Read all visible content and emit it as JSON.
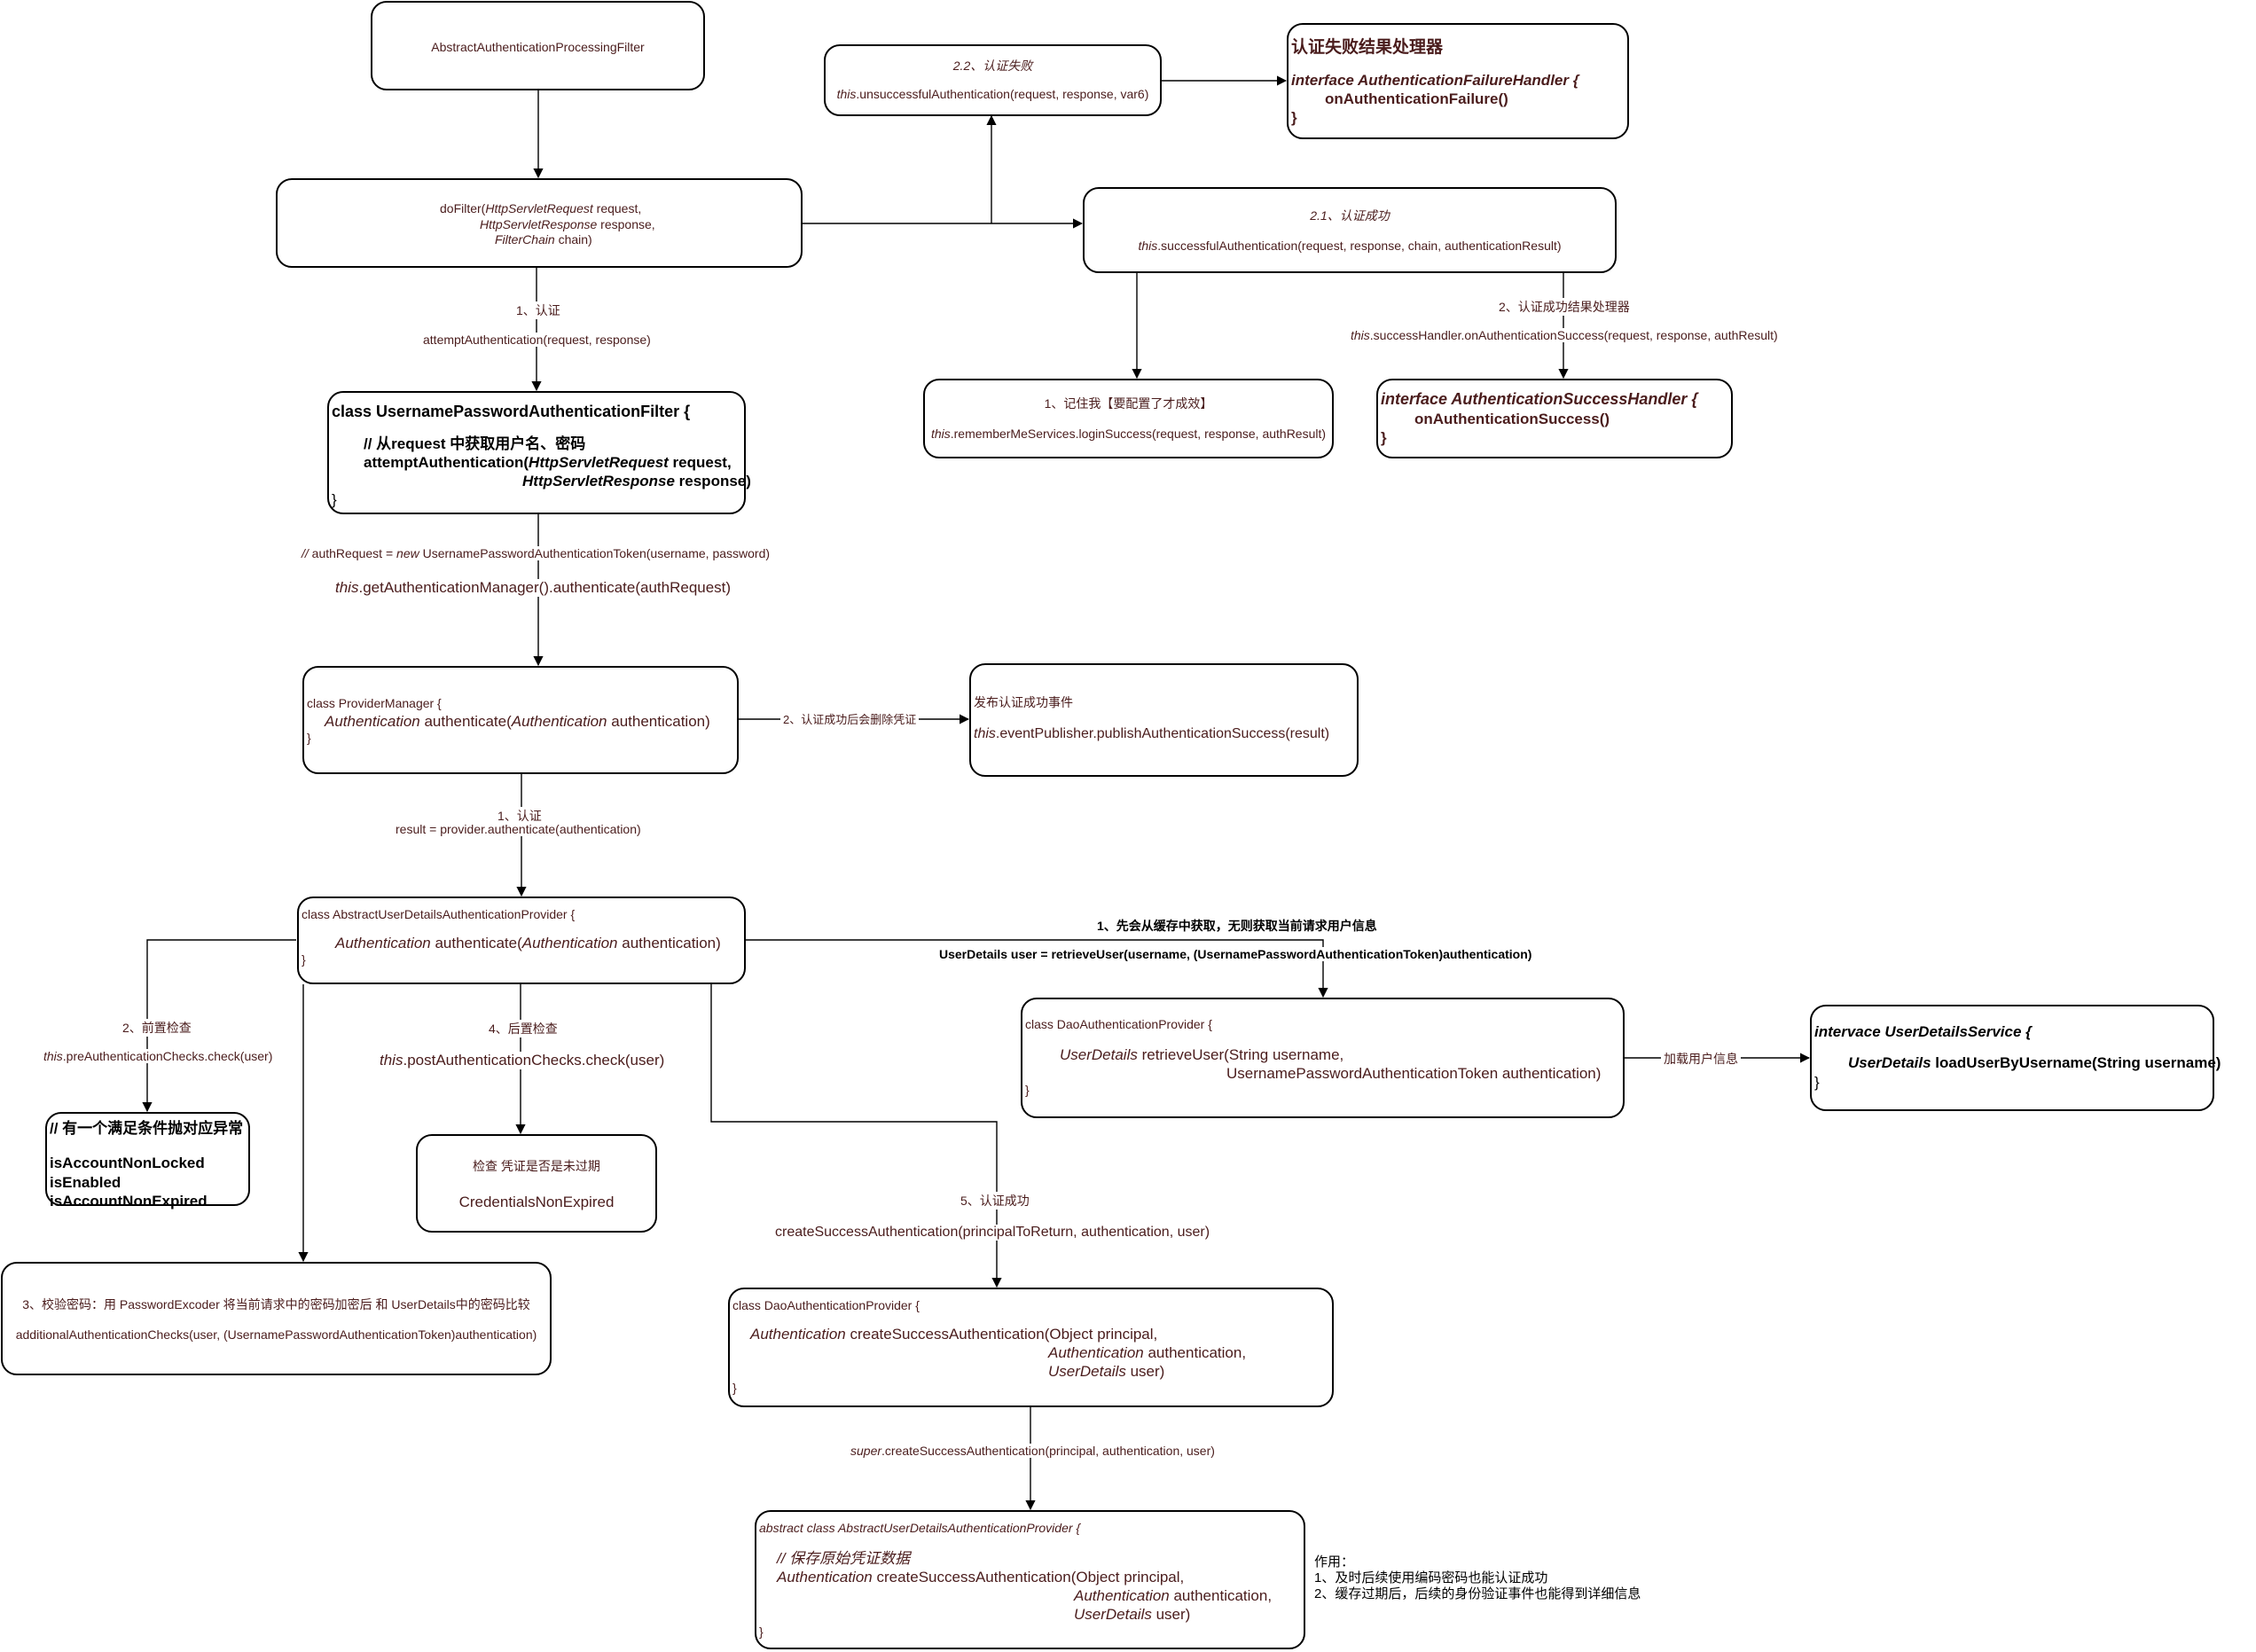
{
  "filter_box": {
    "text": "AbstractAuthenticationProcessingFilter"
  },
  "dofilter_box": {
    "line1_pre": "doFilter(",
    "line1_type": "HttpServletRequest",
    "line1_post": " request,",
    "line2_type": "HttpServletResponse",
    "line2_post": " response,",
    "line3_type": "FilterChain",
    "line3_post": " chain)"
  },
  "unsuccess_box": {
    "title": "2.2、认证失败",
    "this": "this",
    "call": ".unsuccessfulAuthentication(request, response, var6)"
  },
  "failure_handler_box": {
    "title": "认证失败结果处理器",
    "line1": "interface AuthenticationFailureHandler {",
    "line2": "onAuthenticationFailure()",
    "line3": "}"
  },
  "success_box": {
    "title": "2.1、认证成功",
    "this": "this",
    "call": ".successfulAuthentication(request, response, chain, authenticationResult)"
  },
  "success_handler_label": {
    "step": "2、认证成功结果处理器",
    "this": "this",
    "call": ".successHandler.onAuthenticationSuccess(request, response, authResult)"
  },
  "remember_box": {
    "title": "1、记住我【要配置了才成效】",
    "this": "this",
    "call": ".rememberMeServices.loginSuccess(request, response, authResult)"
  },
  "success_handler_box": {
    "line1": "interface AuthenticationSuccessHandler {",
    "line2": "onAuthenticationSuccess()",
    "line3": "}"
  },
  "attempt_label": {
    "step": "1、认证",
    "call": "attemptAuthentication(request, response)"
  },
  "upaf_box": {
    "line1": "class UsernamePasswordAuthenticationFilter {",
    "line2": "// 从request 中获取用户名、密码",
    "line3_pre": "attemptAuthentication(",
    "line3_type": "HttpServletRequest",
    "line3_post": " request,",
    "line4_type": "HttpServletResponse",
    "line4_post": " response)",
    "line5": "}"
  },
  "token_label": {
    "comment": "// ",
    "pre": "authRequest = ",
    "kw": "new",
    "post": " UsernamePasswordAuthenticationToken(username, password)"
  },
  "manager_label": {
    "this": "this",
    "call": ".getAuthenticationManager().authenticate(authRequest)"
  },
  "provider_manager_box": {
    "line1": "class ProviderManager {",
    "type1": "Authentication",
    "method": " authenticate(",
    "type2": "Authentication",
    "arg": " authentication)",
    "line3": "}"
  },
  "erase_label": {
    "text": "2、认证成功后会删除凭证"
  },
  "publish_box": {
    "title": "发布认证成功事件",
    "this": "this",
    "call": ".eventPublisher.publishAuthenticationSuccess(result)"
  },
  "provider_auth_label": {
    "step": "1、认证",
    "call": "result = provider.authenticate(authentication)"
  },
  "abstract_provider_box": {
    "line1": "class AbstractUserDetailsAuthenticationProvider {",
    "type1": "Authentication",
    "method": " authenticate(",
    "type2": "Authentication",
    "arg": " authentication)",
    "line3": "}"
  },
  "retrieve_label": {
    "step": "1、先会从缓存中获取，无则获取当前请求用户信息",
    "call": "UserDetails user = retrieveUser(username, (UsernamePasswordAuthenticationToken)authentication)"
  },
  "dao_retrieve_box": {
    "line1": "class DaoAuthenticationProvider {",
    "type1": "UserDetails",
    "line2": " retrieveUser(String username,",
    "line3": "UsernamePasswordAuthenticationToken authentication)",
    "line4": "}"
  },
  "load_label": {
    "text": "加载用户信息"
  },
  "uds_box": {
    "line1": "intervace UserDetailsService {",
    "type1": "UserDetails",
    "line2": " loadUserByUsername(String username)",
    "line3": "}"
  },
  "precheck_label": {
    "step": "2、前置检查",
    "this": "this",
    "call": ".preAuthenticationChecks.check(user)"
  },
  "precheck_box": {
    "line1": "// 有一个满足条件抛对应异常",
    "line2": "isAccountNonLocked",
    "line3": "isEnabled",
    "line4": "isAccountNonExpired"
  },
  "postcheck_label": {
    "step": "4、后置检查",
    "this": "this",
    "call": ".postAuthenticationChecks.check(user)"
  },
  "postcheck_box": {
    "line1": "检查 凭证是否是未过期",
    "line2": "CredentialsNonExpired"
  },
  "password_box": {
    "line1": "3、校验密码：用 PasswordExcoder 将当前请求中的密码加密后 和 UserDetails中的密码比较",
    "line2": "additionalAuthenticationChecks(user, (UsernamePasswordAuthenticationToken)authentication)"
  },
  "create_label": {
    "step": "5、认证成功",
    "call": "createSuccessAuthentication(principalToReturn, authentication, user)"
  },
  "dao_create_box": {
    "line1": "class DaoAuthenticationProvider {",
    "type1": "Authentication",
    "line2": " createSuccessAuthentication(Object principal,",
    "type2": "Authentication",
    "line3": " authentication,",
    "type3": "UserDetails",
    "line4": " user)",
    "line5": "}"
  },
  "super_label": {
    "kw": "super",
    "call": ".createSuccessAuthentication(principal, authentication, user)"
  },
  "abstract_create_box": {
    "line1": "abstract class AbstractUserDetailsAuthenticationProvider {",
    "comment": "// 保存原始凭证数据",
    "type1": "Authentication",
    "line2": " createSuccessAuthentication(Object principal,",
    "type2": "Authentication",
    "line3": " authentication,",
    "type3": "UserDetails",
    "line4": " user)",
    "line5": "}"
  },
  "purpose_note": {
    "line1": "作用：",
    "line2": "1、及时后续使用编码密码也能认证成功",
    "line3": "2、缓存过期后，后续的身份验证事件也能得到详细信息"
  }
}
